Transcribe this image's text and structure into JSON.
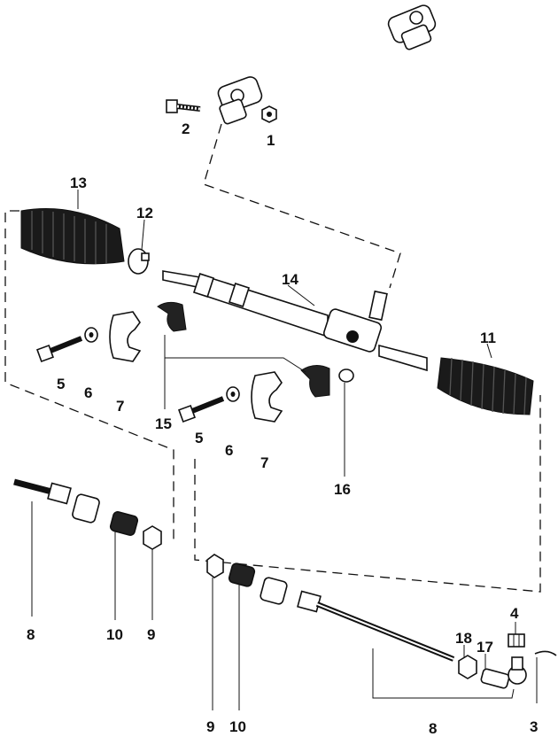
{
  "labels": {
    "p1": "1",
    "p2": "2",
    "p3": "3",
    "p4": "4",
    "p5a": "5",
    "p5b": "5",
    "p6a": "6",
    "p6b": "6",
    "p7a": "7",
    "p7b": "7",
    "p8a": "8",
    "p8b": "8",
    "p9a": "9",
    "p9b": "9",
    "p10a": "10",
    "p10b": "10",
    "p11": "11",
    "p12": "12",
    "p13": "13",
    "p14": "14",
    "p15": "15",
    "p16": "16",
    "p17": "17",
    "p18": "18"
  }
}
